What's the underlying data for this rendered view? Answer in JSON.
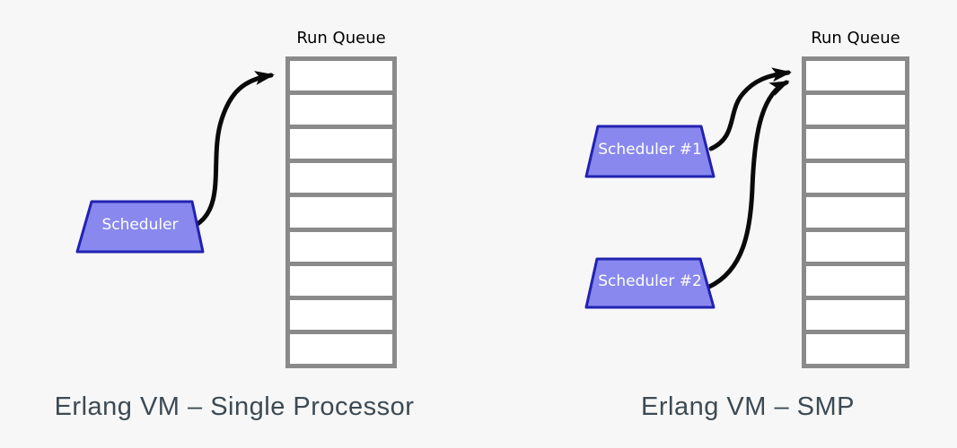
{
  "colors": {
    "background": "#f7f7f7",
    "queue_border": "#8a8a8a",
    "queue_cell_fill": "#ffffff",
    "scheduler_fill": "#8888ee",
    "scheduler_border": "#2222b2",
    "scheduler_text": "#ffffff",
    "arrow": "#0a0a0a",
    "label_text": "#000000",
    "caption_text": "#3c4a53"
  },
  "panels": [
    {
      "id": "single-processor",
      "queue_label": "Run Queue",
      "queue_cells": 9,
      "schedulers": [
        {
          "label": "Scheduler"
        }
      ],
      "caption": "Erlang VM – Single Processor"
    },
    {
      "id": "smp",
      "queue_label": "Run Queue",
      "queue_cells": 9,
      "schedulers": [
        {
          "label": "Scheduler #1"
        },
        {
          "label": "Scheduler #2"
        }
      ],
      "caption": "Erlang VM – SMP"
    }
  ]
}
